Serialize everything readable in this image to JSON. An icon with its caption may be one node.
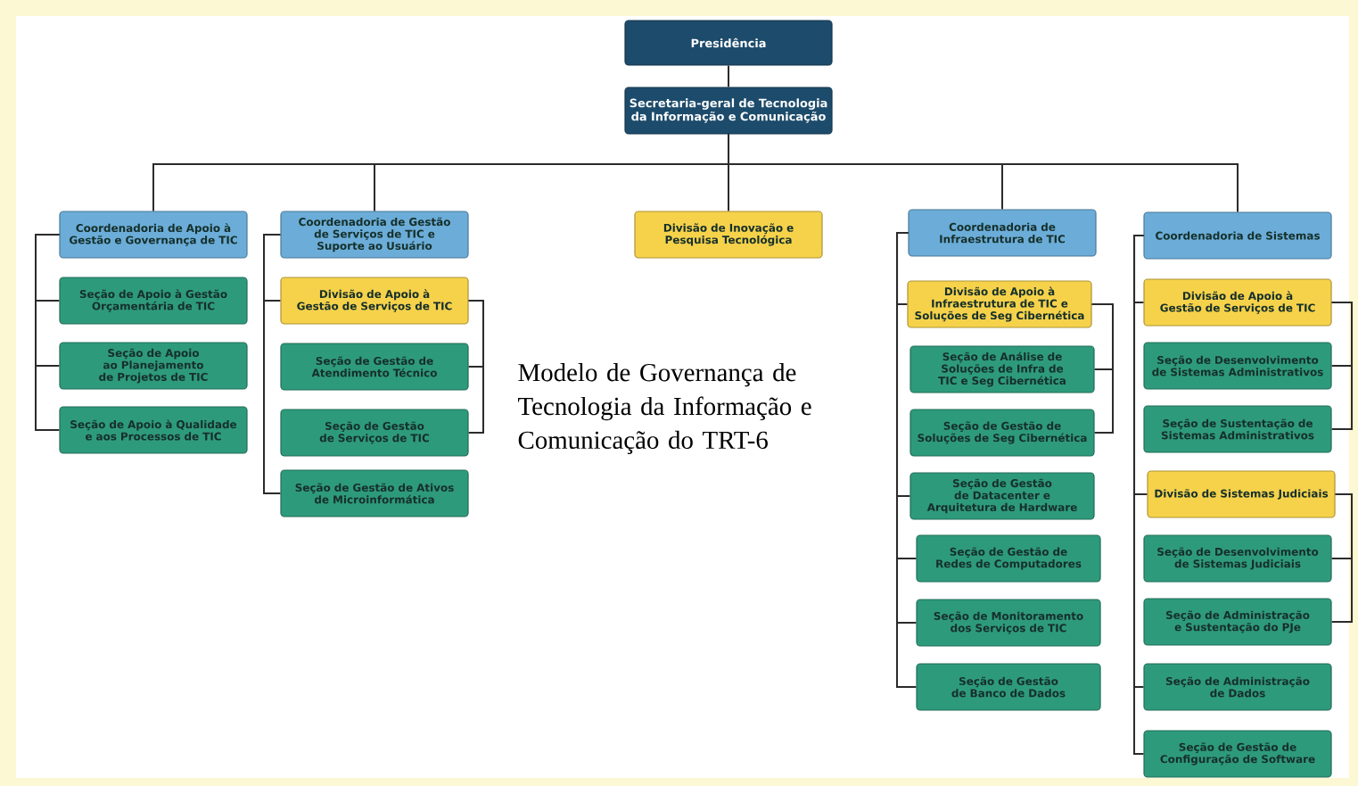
{
  "diagram": {
    "title": "Modelo de Governança de Tecnologia da Informação e Comunicação do TRT-6",
    "nodes": [
      {
        "text": [
          "Presidência"
        ]
      },
      {
        "text": [
          "Secretaria-geral de Tecnologia da Informação e Comunicação"
        ]
      },
      {
        "text": [
          "Coordenadoria de Apoio à Gestão e Governança de TIC"
        ]
      },
      {
        "text": [
          "Seção de Apoio à Gestão Orçamentária de TIC"
        ]
      },
      {
        "text": [
          "Seção de Apoio ao Planejamento de Projetos de TIC"
        ]
      },
      {
        "text": [
          "Seção de Apoio à Qualidade e aos Processos de TIC"
        ]
      },
      {
        "text": [
          "Coordenadoria de Gestão de Serviços de TIC e Suporte ao Usuário"
        ]
      },
      {
        "text": [
          "Divisão de Apoio à Gestão de Serviços de TIC"
        ]
      },
      {
        "text": [
          "Seção de Gestão de Atendimento Técnico"
        ]
      },
      {
        "text": [
          "Seção de Gestão de Serviços de TIC"
        ]
      },
      {
        "text": [
          "Seção de Gestão de Ativos de Microinformática"
        ]
      },
      {
        "text": [
          "Divisão de Inovação e Pesquisa Tecnológica"
        ]
      },
      {
        "text": [
          "Coordenadoria de Infraestrutura de TIC"
        ]
      },
      {
        "text": [
          "Divisão de Apoio à Infraestrutura de TIC e Soluções de Seg Cibernética"
        ]
      },
      {
        "text": [
          "Seção de Análise de Soluções de Infra de TIC e Seg Cibernética"
        ]
      },
      {
        "text": [
          "Seção de Gestão de Soluções de Seg Cibernética"
        ]
      },
      {
        "text": [
          "Seção de Gestão de Datacenter e Arquitetura de Hardware"
        ]
      },
      {
        "text": [
          "Seção de Gestão de Redes de Computadores"
        ]
      },
      {
        "text": [
          "Seção de Monitoramento dos Serviços de TIC"
        ]
      },
      {
        "text": [
          "Seção de Gestão de Banco de Dados"
        ]
      },
      {
        "text": [
          "Coordenadoria de Sistemas"
        ]
      },
      {
        "text": [
          "Divisão de Apoio à Gestão de Serviços de TIC"
        ]
      },
      {
        "text": [
          "Seção de Desenvolvimento de Sistemas Administrativos"
        ]
      },
      {
        "text": [
          "Seção de Sustentação de Sistemas Administrativos"
        ]
      },
      {
        "text": [
          "Divisão de Sistemas Judiciais"
        ]
      },
      {
        "text": [
          "Seção de Desenvolvimento de Sistemas Judiciais"
        ]
      },
      {
        "text": [
          "Seção de Administração e Sustentação do PJe"
        ]
      },
      {
        "text": [
          "Seção de Administração de Dados"
        ]
      },
      {
        "text": [
          "Seção de Gestão de Configuração de Software"
        ]
      }
    ],
    "edges": [
      {
        "from": 0,
        "to": 1,
        "arrow": "none"
      },
      {
        "from": 1,
        "to": 2,
        "arrow": "none"
      },
      {
        "from": 1,
        "to": 6,
        "arrow": "none"
      },
      {
        "from": 1,
        "to": 11,
        "arrow": "none"
      },
      {
        "from": 1,
        "to": 12,
        "arrow": "none"
      },
      {
        "from": 1,
        "to": 20,
        "arrow": "none"
      },
      {
        "from": 2,
        "to": 3,
        "arrow": "none"
      },
      {
        "from": 2,
        "to": 4,
        "arrow": "none"
      },
      {
        "from": 2,
        "to": 5,
        "arrow": "none"
      },
      {
        "from": 6,
        "to": 7,
        "arrow": "none"
      },
      {
        "from": 6,
        "to": 10,
        "arrow": "none"
      },
      {
        "from": 7,
        "to": 8,
        "arrow": "none"
      },
      {
        "from": 7,
        "to": 9,
        "arrow": "none"
      },
      {
        "from": 12,
        "to": 13,
        "arrow": "none"
      },
      {
        "from": 12,
        "to": 16,
        "arrow": "none"
      },
      {
        "from": 12,
        "to": 17,
        "arrow": "none"
      },
      {
        "from": 12,
        "to": 18,
        "arrow": "none"
      },
      {
        "from": 12,
        "to": 19,
        "arrow": "none"
      },
      {
        "from": 13,
        "to": 14,
        "arrow": "none"
      },
      {
        "from": 13,
        "to": 15,
        "arrow": "none"
      },
      {
        "from": 20,
        "to": 21,
        "arrow": "none"
      },
      {
        "from": 20,
        "to": 24,
        "arrow": "none"
      },
      {
        "from": 20,
        "to": 27,
        "arrow": "none"
      },
      {
        "from": 20,
        "to": 28,
        "arrow": "none"
      },
      {
        "from": 21,
        "to": 22,
        "arrow": "none"
      },
      {
        "from": 21,
        "to": 23,
        "arrow": "none"
      },
      {
        "from": 24,
        "to": 25,
        "arrow": "none"
      },
      {
        "from": 24,
        "to": 26,
        "arrow": "none"
      }
    ]
  }
}
